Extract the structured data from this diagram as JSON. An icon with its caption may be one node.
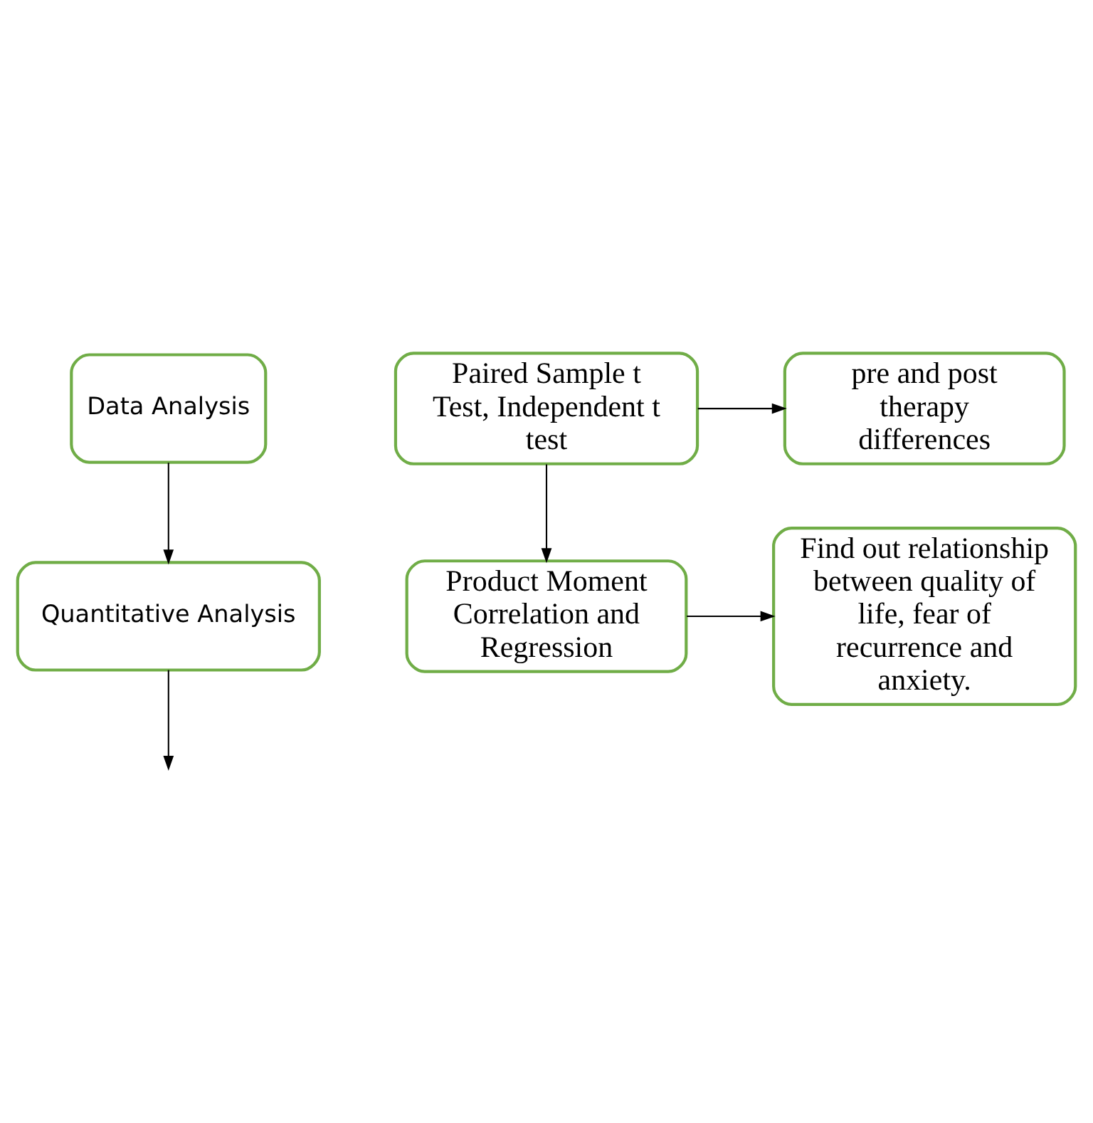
{
  "diagram": {
    "nodes": [
      {
        "text": [
          "Data Analysis"
        ]
      },
      {
        "text": [
          "Quantitative Analysis"
        ]
      },
      {
        "text": [
          "Paired Sample t Test, Independent t test"
        ]
      },
      {
        "text": [
          "pre and post therapy differences"
        ]
      },
      {
        "text": [
          "Product Moment Correlation and Regression"
        ]
      },
      {
        "text": [
          "Find out relationship between quality of life, fear of recurrence and anxiety."
        ]
      }
    ],
    "edges": [
      {
        "from": 0,
        "to": 1,
        "arrow": "to"
      },
      {
        "from": 1,
        "to": null,
        "arrow": "to"
      },
      {
        "from": 2,
        "to": 3,
        "arrow": "to"
      },
      {
        "from": 2,
        "to": 4,
        "arrow": "to"
      },
      {
        "from": 4,
        "to": 5,
        "arrow": "to"
      }
    ]
  }
}
